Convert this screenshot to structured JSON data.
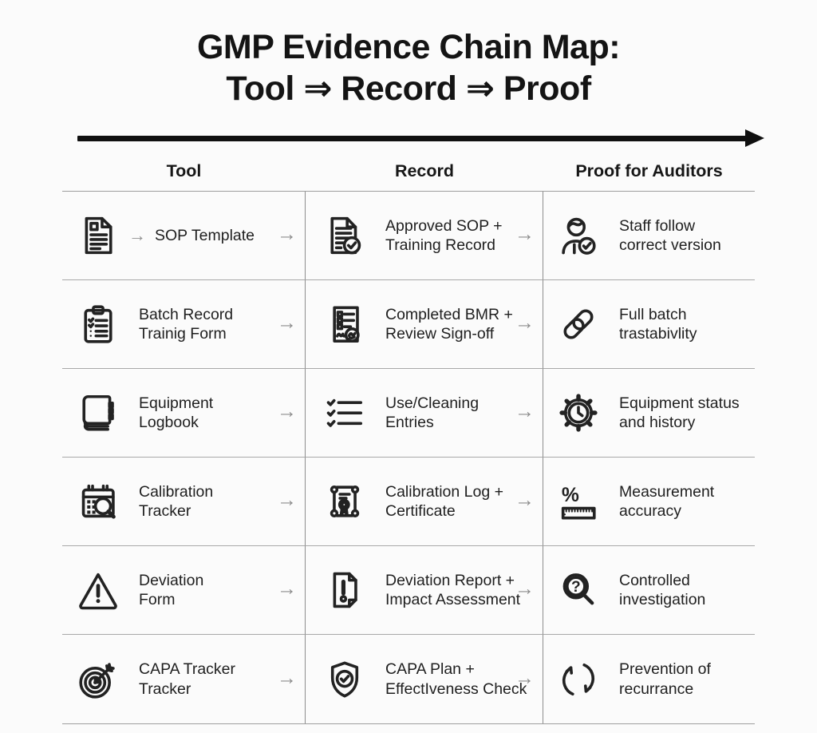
{
  "title": {
    "line1": "GMP Evidence Chain Map:",
    "line2": "Tool ⇒ Record ⇒ Proof"
  },
  "columns": [
    "Tool",
    "Record",
    "Proof for Auditors"
  ],
  "glyphs": {
    "next_arrow": "→",
    "percent": "%",
    "question": "?"
  },
  "colors": {
    "background": "#fbfbfb",
    "ink": "#1c1c1c",
    "row_line": "#a8a8a8",
    "column_line": "#8d8d8d",
    "flow_arrow": "#101010",
    "small_arrow": "#8d8d8d"
  },
  "rows": [
    {
      "tool": {
        "icon": "document-icon",
        "label": "SOP Template",
        "inline_arrow": true
      },
      "record": {
        "icon": "document-check-icon",
        "label": "Approved SOP +\nTraining Record"
      },
      "proof": {
        "icon": "person-check-icon",
        "label": "Staff follow\ncorrect version"
      }
    },
    {
      "tool": {
        "icon": "clipboard-checklist-icon",
        "label": "Batch Record\nTrainig Form"
      },
      "record": {
        "icon": "form-signoff-icon",
        "label": "Completed BMR +\nReview Sign-off"
      },
      "proof": {
        "icon": "chain-link-icon",
        "label": "Full batch\ntrastabivlity"
      }
    },
    {
      "tool": {
        "icon": "logbook-icon",
        "label": "Equipment\nLogbook"
      },
      "record": {
        "icon": "checklist-entries-icon",
        "label": "Use/Cleaning\nEntries"
      },
      "proof": {
        "icon": "gear-clock-icon",
        "label": "Equipment status\nand history"
      }
    },
    {
      "tool": {
        "icon": "calendar-search-icon",
        "label": "Calibration\nTracker"
      },
      "record": {
        "icon": "certificate-icon",
        "label": "Calibration Log +\nCertificate"
      },
      "proof": {
        "icon": "percent-ruler-icon",
        "label": "Measurement\naccuracy"
      }
    },
    {
      "tool": {
        "icon": "warning-triangle-icon",
        "label": "Deviation\nForm"
      },
      "record": {
        "icon": "document-exclamation-icon",
        "label": "Deviation Report +\nImpact Assessment"
      },
      "proof": {
        "icon": "magnifier-question-icon",
        "label": "Controlled\ninvestigation"
      }
    },
    {
      "tool": {
        "icon": "target-dart-icon",
        "label": "CAPA Tracker\nTracker"
      },
      "record": {
        "icon": "shield-check-icon",
        "label": "CAPA Plan +\nEffectIveness Check"
      },
      "proof": {
        "icon": "cycle-arrows-icon",
        "label": "Prevention of\nrecurrance"
      }
    }
  ]
}
